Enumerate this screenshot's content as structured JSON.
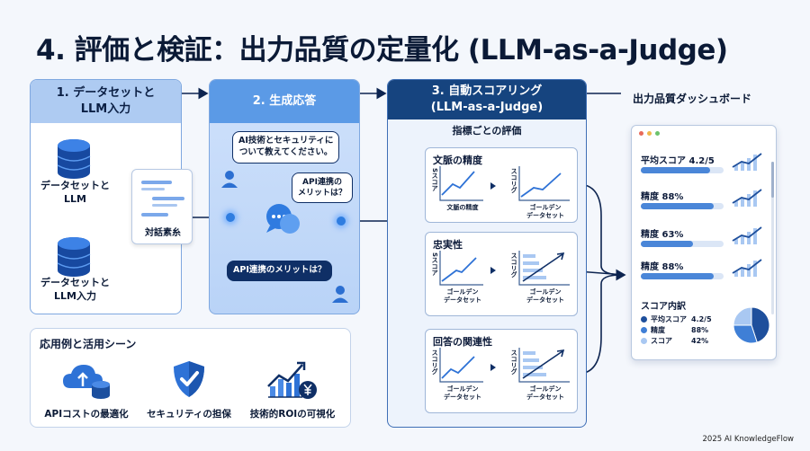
{
  "title": "4. 評価と検証：出力品質の定量化 (LLM-as-a-Judge)",
  "step1": {
    "header": "1. データセットと\nLLM入力",
    "db1_label": "データセットと\nLLM",
    "db2_label": "データセットと\nLLM入力",
    "doc_label": "対話素糸"
  },
  "step2": {
    "header": "2. 生成応答",
    "bubble_question": "AI技術とセキュリティに\nついて教えてください。",
    "bubble_api": "API連携の\nメリットは？",
    "bubble_reply": "API連携のメリットは？"
  },
  "step3": {
    "header": "3. 自動スコアリング\n(LLM-as-a-Judge)",
    "subtitle": "指標ごとの評価",
    "cards": [
      {
        "title": "文脈の精度",
        "y_left": "Sスコア",
        "y_right": "スコリグ",
        "x_left": "文脈の精度",
        "x_right": "ゴールデン\nデータセット"
      },
      {
        "title": "忠実性",
        "y_left": "Sスコア",
        "y_right": "スコリグ",
        "x_left": "ゴールデン\nデータセット",
        "x_right": "ゴールデン\nデータセット"
      },
      {
        "title": "回答の関連性",
        "y_left": "スコリグ",
        "y_right": "スコリグ",
        "x_left": "ゴールデン\nデータセット",
        "x_right": "ゴールデン\nデータセット"
      }
    ]
  },
  "dashboard": {
    "title": "出力品質ダッシュボード",
    "metrics": [
      {
        "label": "平均スコア 4.2/5",
        "value": 0.84
      },
      {
        "label": "精度 88%",
        "value": 0.88
      },
      {
        "label": "精度 63%",
        "value": 0.63
      },
      {
        "label": "精度 88%",
        "value": 0.88
      }
    ],
    "breakdown_title": "スコア内訳",
    "breakdown": [
      {
        "label": "平均スコア",
        "value": "4.2/5",
        "color": "#1e4f9c"
      },
      {
        "label": "精度",
        "value": "88%",
        "color": "#3f7fd6"
      },
      {
        "label": "スコア",
        "value": "42%",
        "color": "#a9c8f2"
      }
    ],
    "pie": [
      0.45,
      0.3,
      0.25
    ],
    "colors": {
      "dark": "#1e4f9c",
      "mid": "#3f7fd6",
      "light": "#a9c8f2"
    }
  },
  "applications": {
    "title": "応用例と活用シーン",
    "items": [
      {
        "label": "APIコストの最適化",
        "icon": "cloud-database-icon"
      },
      {
        "label": "セキュリティの担保",
        "icon": "shield-check-icon"
      },
      {
        "label": "技術的ROIの可視化",
        "icon": "chart-yen-icon"
      }
    ]
  },
  "footer": "2025 AI KnowledgeFlow"
}
